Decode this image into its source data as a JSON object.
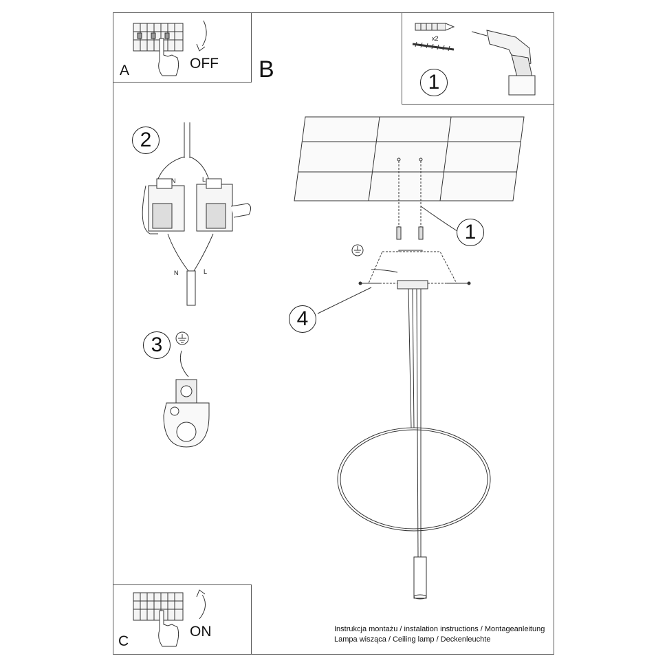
{
  "panels": {
    "a": {
      "letter": "A",
      "action": "OFF"
    },
    "b": {
      "letter": "B"
    },
    "c": {
      "letter": "C",
      "action": "ON"
    }
  },
  "steps": {
    "drill": "1",
    "wiring": "2",
    "ground": "3",
    "ceiling": "1",
    "canopy": "4"
  },
  "parts": {
    "quantity": "x2"
  },
  "wiring": {
    "neutral": "N",
    "live": "L"
  },
  "footer": {
    "line1": "Instrukcja montażu / instalation instructions / Montageanleitung",
    "line2": "Lampa wisząca / Ceiling lamp / Deckenleuchte"
  }
}
